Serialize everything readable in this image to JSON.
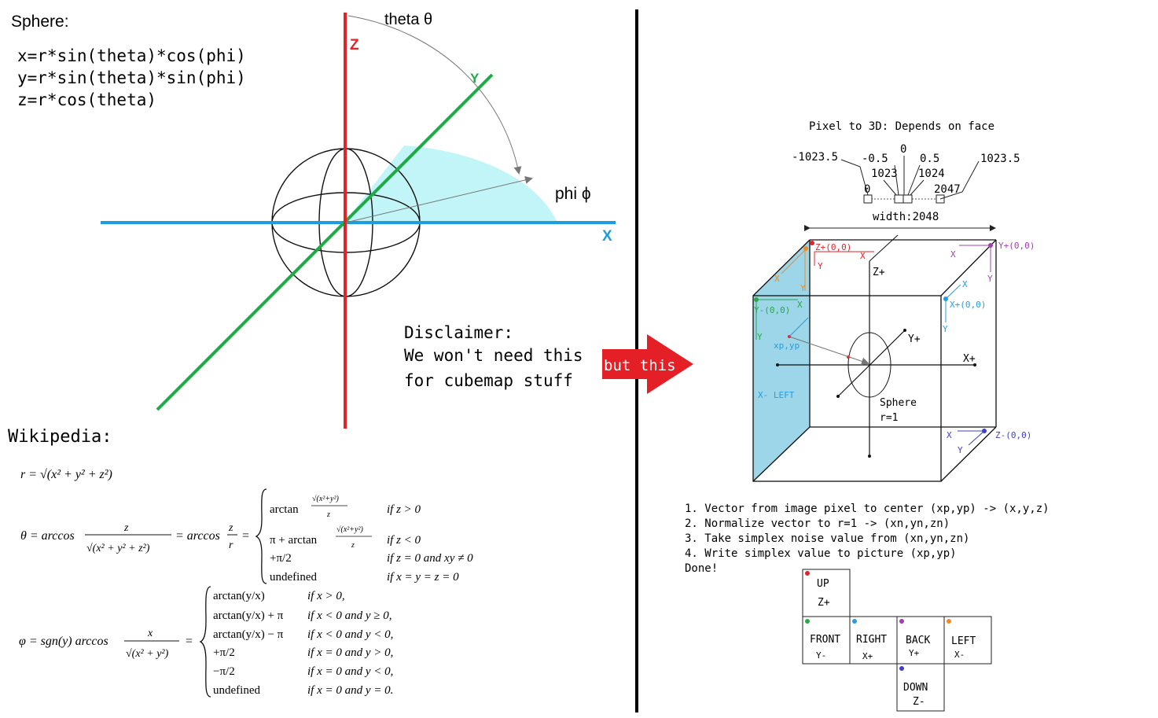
{
  "left": {
    "sphere_title": "Sphere:",
    "formulas": [
      "x=r*sin(theta)*cos(phi)",
      "y=r*sin(theta)*sin(phi)",
      "z=r*cos(theta)"
    ],
    "axis_z": "Z",
    "axis_y": "Y",
    "axis_x": "X",
    "theta_label": "theta θ",
    "phi_label": "phi ϕ",
    "disclaimer": [
      "Disclaimer:",
      "We won't need this",
      "for cubemap stuff"
    ],
    "wikipedia_title": "Wikipedia:",
    "r_formula": "r = √(x² + y² + z²)",
    "theta_lhs": "θ = arccos",
    "theta_num": "z",
    "theta_den": "√(x² + y² + z²)",
    "theta_mid": "= arccos",
    "theta_mid_num": "z",
    "theta_mid_den": "r",
    "theta_eq": "=",
    "theta_cases": [
      {
        "expr": "arctan",
        "frac_num": "√(x²+y²)",
        "frac_den": "z",
        "cond": "if z > 0"
      },
      {
        "expr": "π + arctan",
        "frac_num": "√(x²+y²)",
        "frac_den": "z",
        "cond": "if z < 0"
      },
      {
        "expr": "+π/2",
        "frac_num": "",
        "frac_den": "",
        "cond": "if z = 0 and xy ≠ 0"
      },
      {
        "expr": "undefined",
        "frac_num": "",
        "frac_den": "",
        "cond": "if x = y = z = 0"
      }
    ],
    "phi_lhs": "φ = sgn(y) arccos",
    "phi_num": "x",
    "phi_den": "√(x² + y²)",
    "phi_eq": "=",
    "phi_cases": [
      {
        "expr": "arctan(y/x)",
        "cond": "if x > 0,"
      },
      {
        "expr": "arctan(y/x) + π",
        "cond": "if x < 0 and y ≥ 0,"
      },
      {
        "expr": "arctan(y/x) − π",
        "cond": "if x < 0 and y < 0,"
      },
      {
        "expr": "+π/2",
        "cond": "if x = 0 and y > 0,"
      },
      {
        "expr": "−π/2",
        "cond": "if x = 0 and y < 0,"
      },
      {
        "expr": "undefined",
        "cond": "if x = 0 and y = 0."
      }
    ]
  },
  "arrow_label": "but this",
  "right": {
    "pixel_title": "Pixel to 3D: Depends on face",
    "scale": {
      "neg_1023_5": "-1023.5",
      "neg_0_5": "-0.5",
      "zero_top": "0",
      "pos_0_5": "0.5",
      "pos_1023_5": "1023.5",
      "v1023": "1023",
      "v1024": "1024",
      "v0": "0",
      "v2047": "2047",
      "width": "width:2048"
    },
    "cube": {
      "zplus_origin": "Z+(0,0)",
      "yplus_origin": "Y+(0,0)",
      "yminus_origin": "Y-(0,0)",
      "xplus_origin": "X+(0,0)",
      "zminus_origin": "Z-(0,0)",
      "axis_x": "X",
      "axis_y": "Y",
      "zplus": "Z+",
      "yplus": "Y+",
      "xplus": "X+",
      "xp_yp": "xp,yp",
      "left_face": "X- LEFT",
      "sphere": "Sphere",
      "radius": "r=1"
    },
    "steps": [
      "1. Vector from image pixel to center (xp,yp) -> (x,y,z)",
      "2. Normalize vector to r=1 -> (xn,yn,zn)",
      "3. Take simplex noise value from (xn,yn,zn)",
      "4. Write simplex value to picture (xp,yp)",
      "Done!"
    ],
    "net": [
      {
        "name": "UP",
        "axis": "Z+"
      },
      {
        "name": "FRONT",
        "axis": "Y-"
      },
      {
        "name": "RIGHT",
        "axis": "X+"
      },
      {
        "name": "BACK",
        "axis": "Y+"
      },
      {
        "name": "LEFT",
        "axis": "X-"
      },
      {
        "name": "DOWN",
        "axis": "Z-"
      }
    ]
  },
  "colors": {
    "z_axis": "#e0242a",
    "y_axis": "#21a84a",
    "x_axis": "#1d9ddc",
    "phi_fill": "#c2f5f7",
    "left_face_fill": "#9cd6e8",
    "arrow_red": "#e51f26",
    "up_dot": "#e0242a",
    "front_dot": "#2aa84a",
    "right_dot": "#2b9be0",
    "back_dot": "#a040b0",
    "left_dot": "#f08a24",
    "down_dot": "#3f3fc8"
  }
}
